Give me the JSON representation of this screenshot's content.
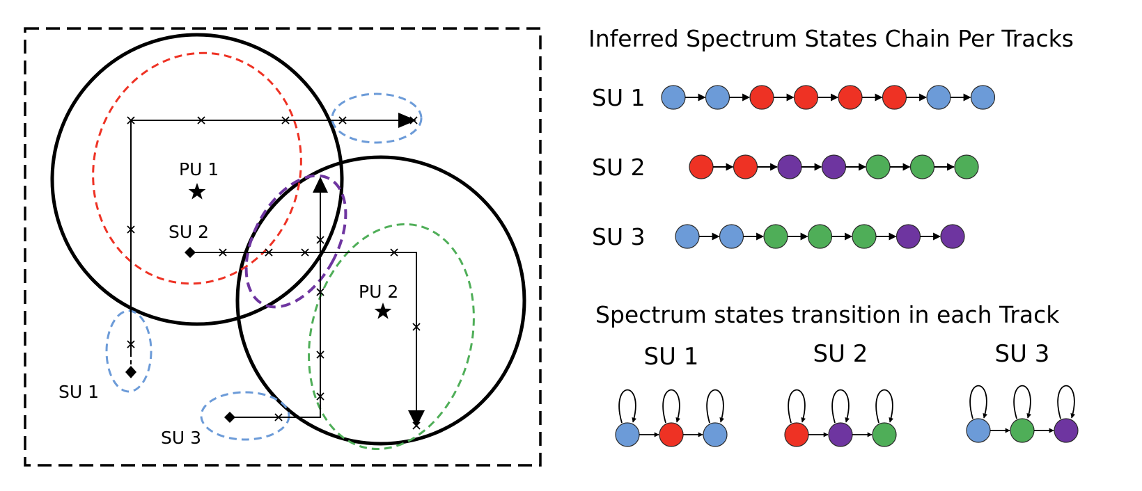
{
  "colors": {
    "blue": "#6C9BD8",
    "red": "#EE3224",
    "purple": "#6E35A0",
    "green": "#4FAE58",
    "ink": "#000000"
  },
  "map": {
    "pu1_label": "PU 1",
    "pu2_label": "PU 2",
    "su1_label": "SU 1",
    "su2_label": "SU 2",
    "su3_label": "SU 3"
  },
  "chains": {
    "title": "Inferred Spectrum States Chain Per Tracks",
    "rows": [
      {
        "label": "SU 1",
        "states": [
          "blue",
          "blue",
          "red",
          "red",
          "red",
          "red",
          "blue",
          "blue"
        ]
      },
      {
        "label": "SU 2",
        "states": [
          "red",
          "red",
          "purple",
          "purple",
          "green",
          "green",
          "green"
        ]
      },
      {
        "label": "SU 3",
        "states": [
          "blue",
          "blue",
          "green",
          "green",
          "green",
          "purple",
          "purple"
        ]
      }
    ]
  },
  "transitions": {
    "title": "Spectrum states transition in each Track",
    "groups": [
      {
        "label": "SU 1",
        "states": [
          "blue",
          "red",
          "blue"
        ]
      },
      {
        "label": "SU 2",
        "states": [
          "red",
          "purple",
          "green"
        ]
      },
      {
        "label": "SU 3",
        "states": [
          "blue",
          "green",
          "purple"
        ]
      }
    ]
  }
}
